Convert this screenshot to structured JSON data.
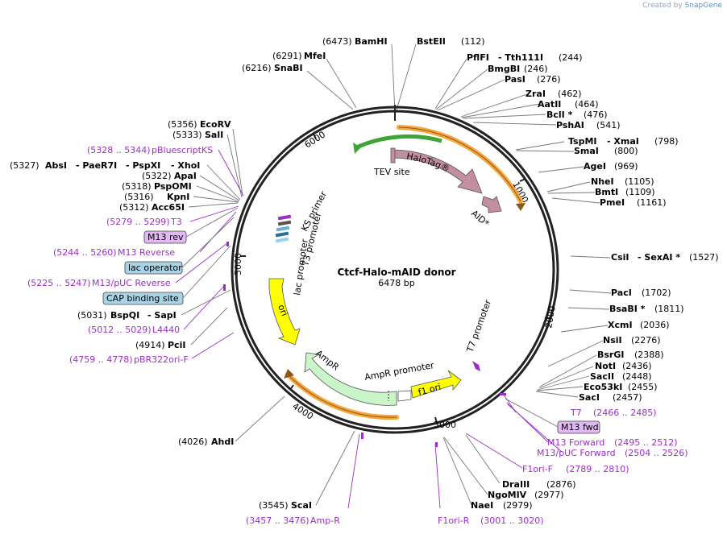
{
  "credit": {
    "prefix": "Created by",
    "brand": "SnapGene"
  },
  "plasmid": {
    "name": "Ctcf-Halo-mAID donor",
    "size_label": "6478 bp"
  },
  "ticks": [
    "1000",
    "2000",
    "3000",
    "4000",
    "5000",
    "6000"
  ],
  "enzymes": [
    {
      "name": "BamHI",
      "pos": "(6473)"
    },
    {
      "name": "BstEII",
      "pos": "(112)"
    },
    {
      "name": "MfeI",
      "pos": "(6291)"
    },
    {
      "name": "SnaBI",
      "pos": "(6216)"
    },
    {
      "name": "PflFI",
      "name2": "Tth111I",
      "pos": "(244)"
    },
    {
      "name": "BmgBI",
      "pos": "(246)"
    },
    {
      "name": "PasI",
      "pos": "(276)"
    },
    {
      "name": "ZraI",
      "pos": "(462)"
    },
    {
      "name": "AatII",
      "pos": "(464)"
    },
    {
      "name": "BclI *",
      "pos": "(476)"
    },
    {
      "name": "PshAI",
      "pos": "(541)"
    },
    {
      "name": "TspMI",
      "name2": "XmaI",
      "pos": "(798)"
    },
    {
      "name": "SmaI",
      "pos": "(800)"
    },
    {
      "name": "AgeI",
      "pos": "(969)"
    },
    {
      "name": "NheI",
      "pos": "(1105)"
    },
    {
      "name": "BmtI",
      "pos": "(1109)"
    },
    {
      "name": "PmeI",
      "pos": "(1161)"
    },
    {
      "name": "CsiI",
      "name2": "SexAI *",
      "pos": "(1527)"
    },
    {
      "name": "PacI",
      "pos": "(1702)"
    },
    {
      "name": "BsaBI *",
      "pos": "(1811)"
    },
    {
      "name": "XcmI",
      "pos": "(2036)"
    },
    {
      "name": "NsiI",
      "pos": "(2276)"
    },
    {
      "name": "BsrGI",
      "pos": "(2388)"
    },
    {
      "name": "NotI",
      "pos": "(2436)"
    },
    {
      "name": "SacII",
      "pos": "(2448)"
    },
    {
      "name": "Eco53kI",
      "pos": "(2455)"
    },
    {
      "name": "SacI",
      "pos": "(2457)"
    },
    {
      "name": "DraIII",
      "pos": "(2876)"
    },
    {
      "name": "NgoMIV",
      "pos": "(2977)"
    },
    {
      "name": "NaeI",
      "pos": "(2979)"
    },
    {
      "name": "ScaI",
      "pos": "(3545)"
    },
    {
      "name": "AhdI",
      "pos": "(4026)"
    },
    {
      "name": "PciI",
      "pos": "(4914)"
    },
    {
      "name": "BspQI",
      "name2": "SapI",
      "pos": "(5031)"
    },
    {
      "name": "Acc65I",
      "pos": "(5312)"
    },
    {
      "name": "KpnI",
      "pos": "(5316)"
    },
    {
      "name": "PspOMI",
      "pos": "(5318)"
    },
    {
      "name": "ApaI",
      "pos": "(5322)"
    },
    {
      "name": "AbsI",
      "name2": "PaeR7I",
      "name3": "PspXI",
      "name4": "XhoI",
      "pos": "(5327)"
    },
    {
      "name": "SalI",
      "pos": "(5333)"
    },
    {
      "name": "EcoRV",
      "pos": "(5356)"
    }
  ],
  "primers": [
    {
      "name": "pBluescriptKS",
      "range": "(5328 .. 5344)"
    },
    {
      "name": "T3",
      "range": "(5279 .. 5299)"
    },
    {
      "name": "M13 Reverse",
      "range": "(5244 .. 5260)"
    },
    {
      "name": "M13/pUC Reverse",
      "range": "(5225 .. 5247)"
    },
    {
      "name": "L4440",
      "range": "(5012 .. 5029)"
    },
    {
      "name": "pBR322ori-F",
      "range": "(4759 .. 4778)"
    },
    {
      "name": "T7",
      "range": "(2466 .. 2485)"
    },
    {
      "name": "M13 Forward",
      "range": "(2495 .. 2512)"
    },
    {
      "name": "M13/pUC Forward",
      "range": "(2504 .. 2526)"
    },
    {
      "name": "F1ori-F",
      "range": "(2789 .. 2810)"
    },
    {
      "name": "F1ori-R",
      "range": "(3001 .. 3020)"
    },
    {
      "name": "Amp-R",
      "range": "(3457 .. 3476)"
    }
  ],
  "boxes": {
    "m13rev": "M13 rev",
    "lacop": "lac operator",
    "cap": "CAP binding site",
    "m13fwd": "M13 fwd"
  },
  "features": {
    "halotag": "HaloTag®",
    "aid": "AID*",
    "tev": "TEV site",
    "t7": "T7 promoter",
    "ampr": "AmpR",
    "amprprom": "AmpR promoter",
    "f1": "f1 ori",
    "ori": "ori",
    "lac": "lac promoter",
    "ks": "KS primer",
    "t3": "T3 promoter"
  },
  "colors": {
    "halotag": "#c48ea2",
    "orange": "#f7a53b",
    "green": "#3fa535",
    "yellow": "#ffff00",
    "ampr": "#c9f5c9",
    "primer": "#9a2fc8",
    "label_box": "#a8d4e6",
    "primer_box": "#e2b8f4"
  }
}
